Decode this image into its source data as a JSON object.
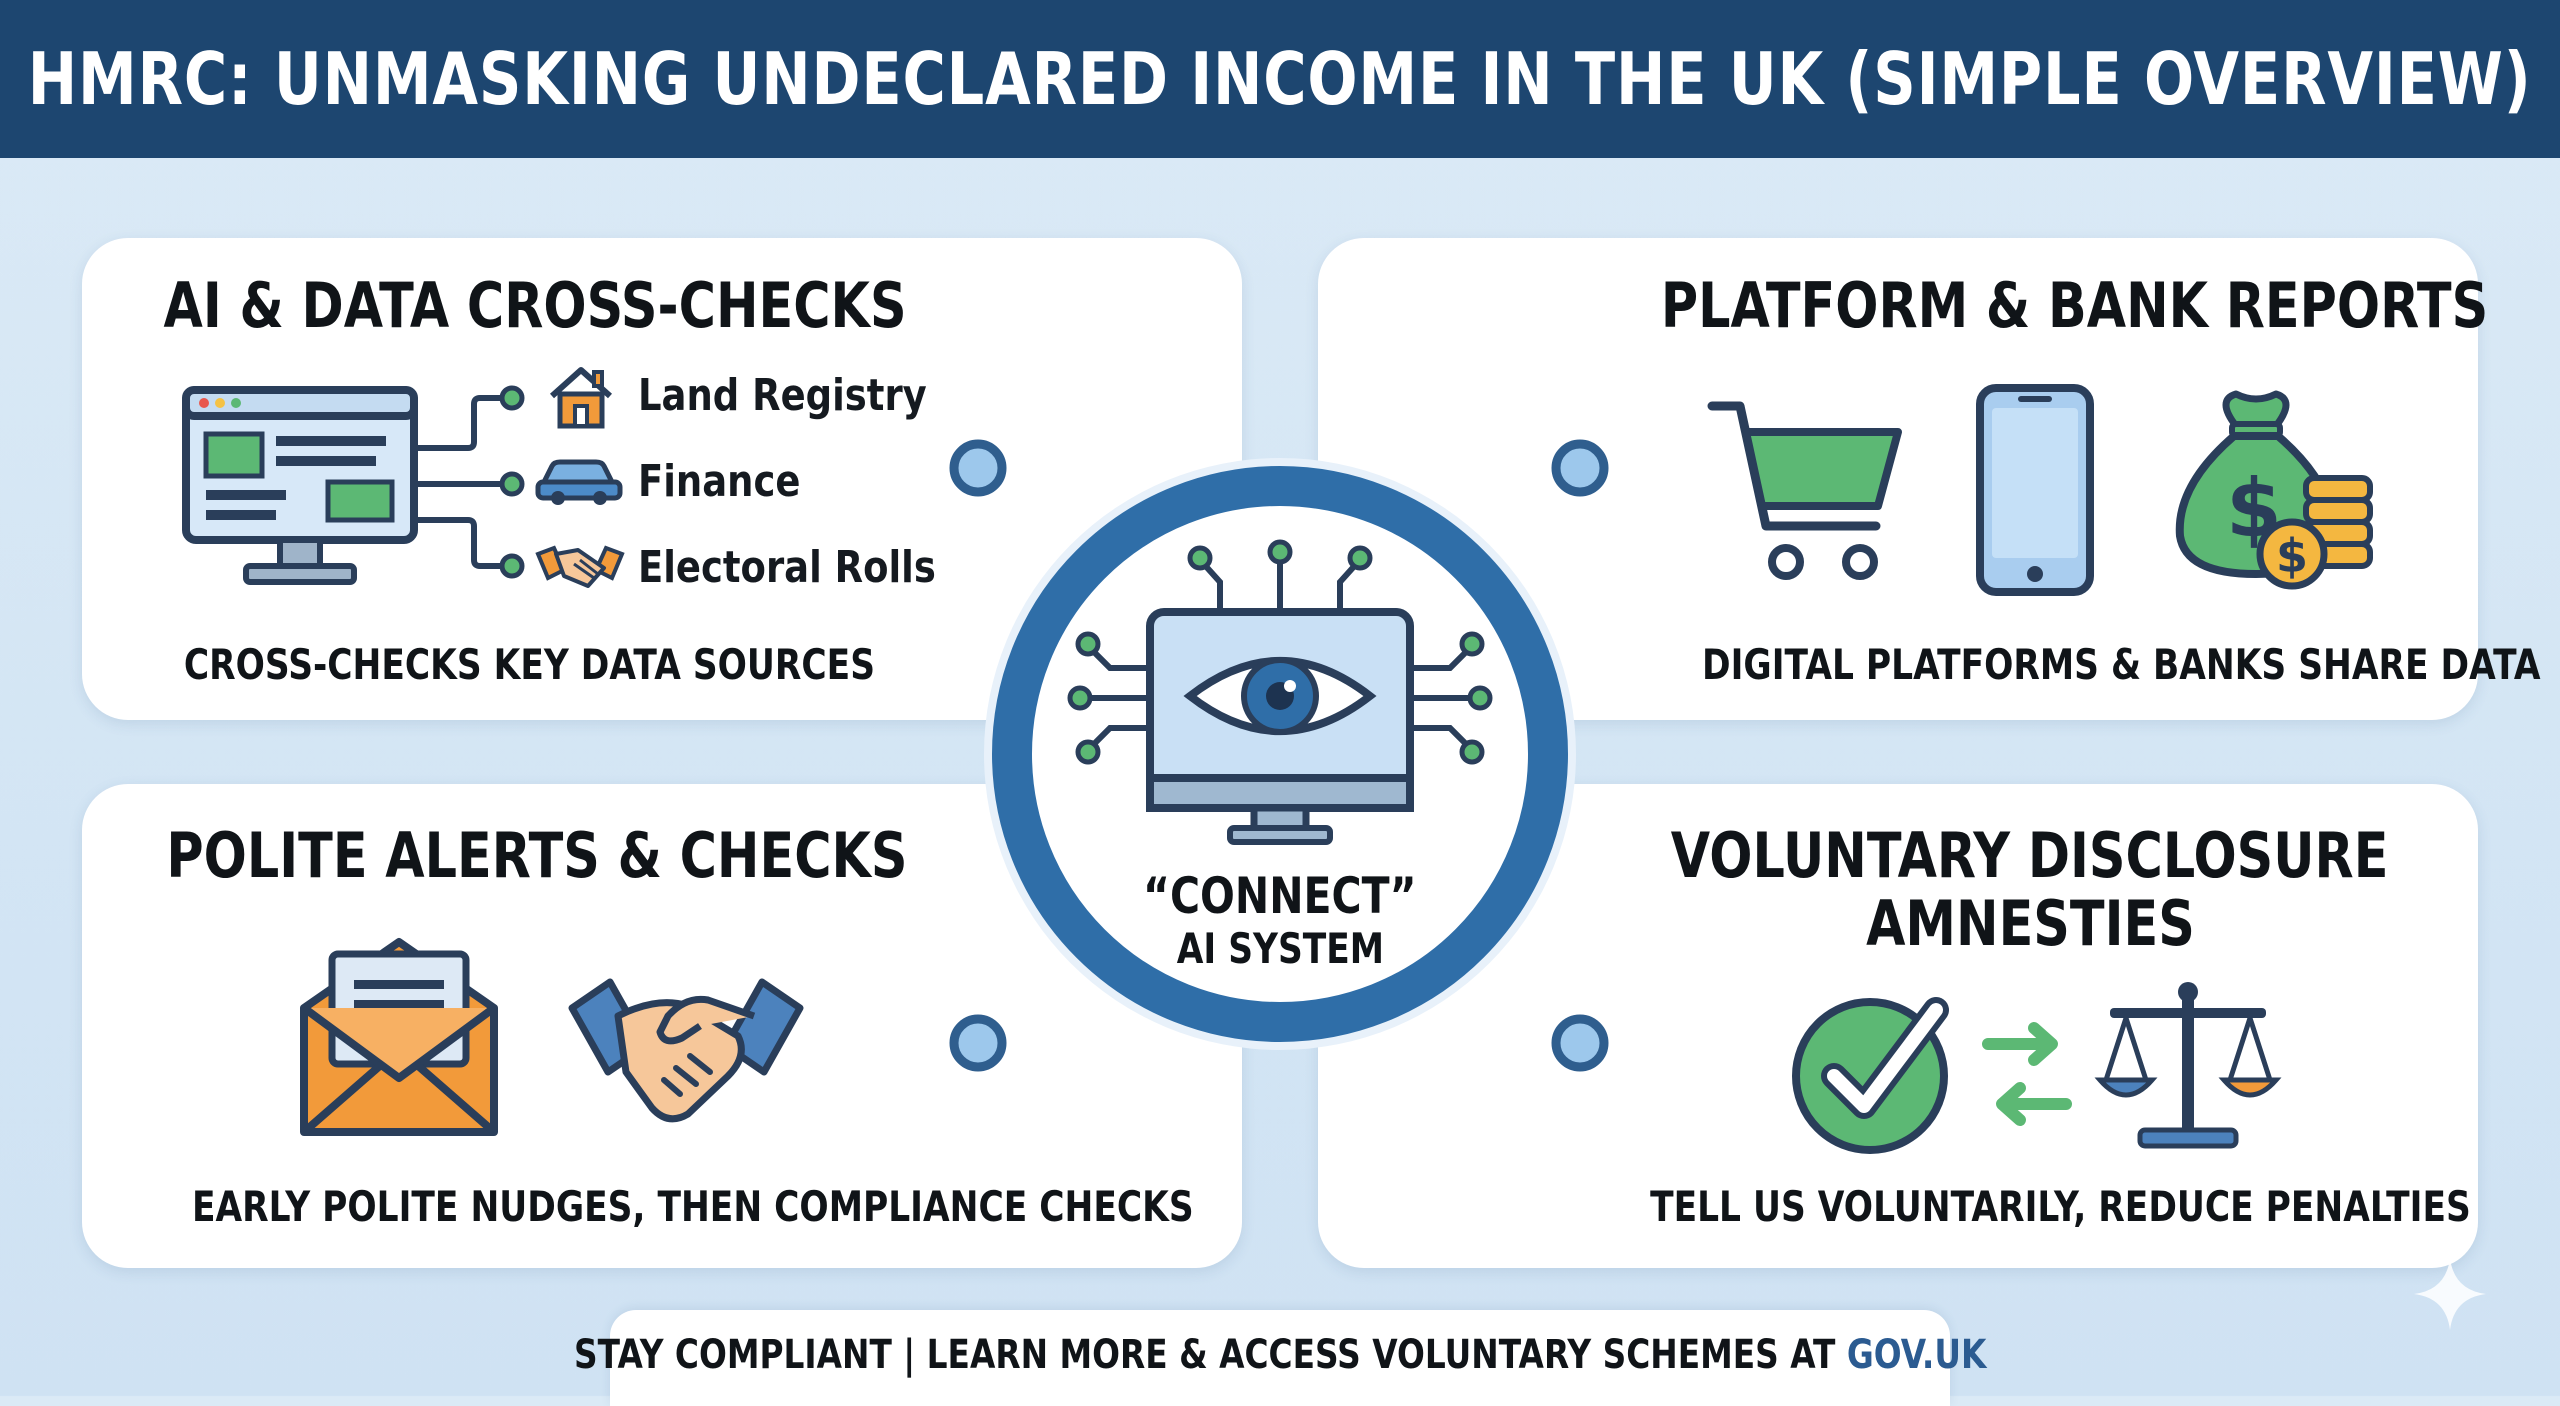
{
  "header": {
    "title": "HMRC: UNMASKING UNDECLARED INCOME IN THE UK (SIMPLE OVERVIEW)"
  },
  "panels": {
    "ai_data": {
      "title": "AI & DATA CROSS-CHECKS",
      "sources": [
        {
          "label": "Land Registry",
          "icon": "house-icon"
        },
        {
          "label": "Finance",
          "icon": "car-icon"
        },
        {
          "label": "Electoral Rolls",
          "icon": "handshake-icon"
        }
      ],
      "caption": "CROSS-CHECKS KEY DATA SOURCES"
    },
    "platform_bank": {
      "title": "PLATFORM & BANK REPORTS",
      "icons": [
        "shopping-cart-icon",
        "smartphone-icon",
        "money-bag-icon"
      ],
      "caption": "DIGITAL PLATFORMS & BANKS SHARE DATA"
    },
    "polite_alerts": {
      "title": "POLITE ALERTS & CHECKS",
      "icons": [
        "envelope-letter-icon",
        "handshake-icon"
      ],
      "caption": "EARLY POLITE NUDGES, THEN COMPLIANCE CHECKS"
    },
    "voluntary": {
      "title_line1": "VOLUNTARY DISCLOSURE",
      "title_line2": "AMNESTIES",
      "icons": [
        "checkmark-circle-icon",
        "exchange-arrows-icon",
        "scales-icon"
      ],
      "caption": "TELL US VOLUNTARILY, REDUCE PENALTIES"
    }
  },
  "center": {
    "line1": "“CONNECT”",
    "line2": "AI SYSTEM",
    "icon": "eye-monitor-icon"
  },
  "footer": {
    "text": "STAY COMPLIANT | LEARN MORE & ACCESS VOLUNTARY SCHEMES AT ",
    "link": "GOV.UK"
  },
  "colors": {
    "header_bg": "#1d4670",
    "accent_blue": "#2f6ea8",
    "green": "#5cb874",
    "orange": "#f29a3a",
    "link": "#2b5b91"
  }
}
